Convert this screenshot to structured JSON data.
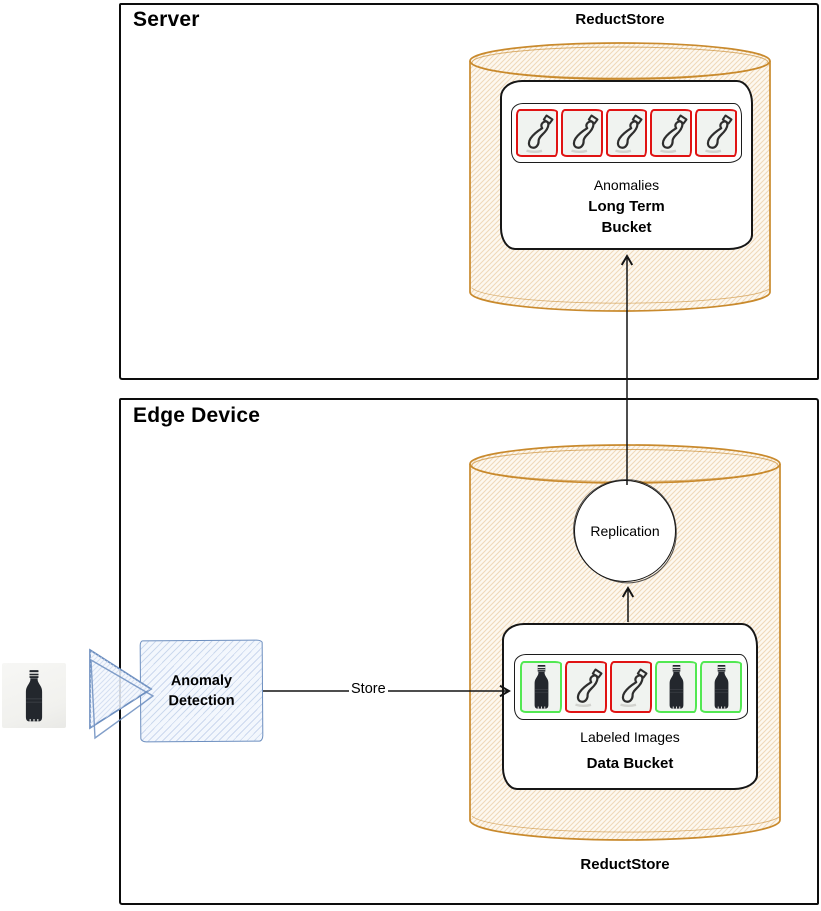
{
  "server": {
    "title": "Server",
    "reductstore_label": "ReductStore",
    "long_term_bucket": {
      "caption": "Anomalies",
      "name": "Long Term Bucket",
      "images": [
        "anomaly",
        "anomaly",
        "anomaly",
        "anomaly",
        "anomaly"
      ]
    }
  },
  "edge_device": {
    "title": "Edge Device",
    "reductstore_label": "ReductStore",
    "replication": {
      "label": "Replication"
    },
    "data_bucket": {
      "caption": "Labeled Images",
      "name": "Data Bucket",
      "images": [
        "normal",
        "anomaly",
        "anomaly",
        "normal",
        "normal"
      ]
    },
    "anomaly_detection": {
      "label": "Anomaly Detection"
    },
    "icons": {
      "camera": "camera-lens-triangle-icon",
      "input_photo": "black-bottle-photo",
      "anomaly_image": "sketched-deformed-bottle-icon",
      "normal_image": "black-bottle-silhouette-icon"
    }
  },
  "connections": {
    "store": {
      "label": "Store"
    },
    "data_bucket_to_replication": {
      "label": ""
    },
    "replication_to_long_term_bucket": {
      "label": ""
    }
  },
  "colors": {
    "cylinder-stroke": "#c98a2d",
    "cylinder-fill": "#fdf8f0",
    "cylinder-hatch": "#f0d9ba",
    "blue-stroke": "#6c8ebf",
    "blue-fill": "#f3f7fd",
    "blue-hatch": "#ccd9ee",
    "anomaly-frame": "#e01313",
    "normal-frame": "#52e852",
    "sketch-black": "#141414"
  }
}
